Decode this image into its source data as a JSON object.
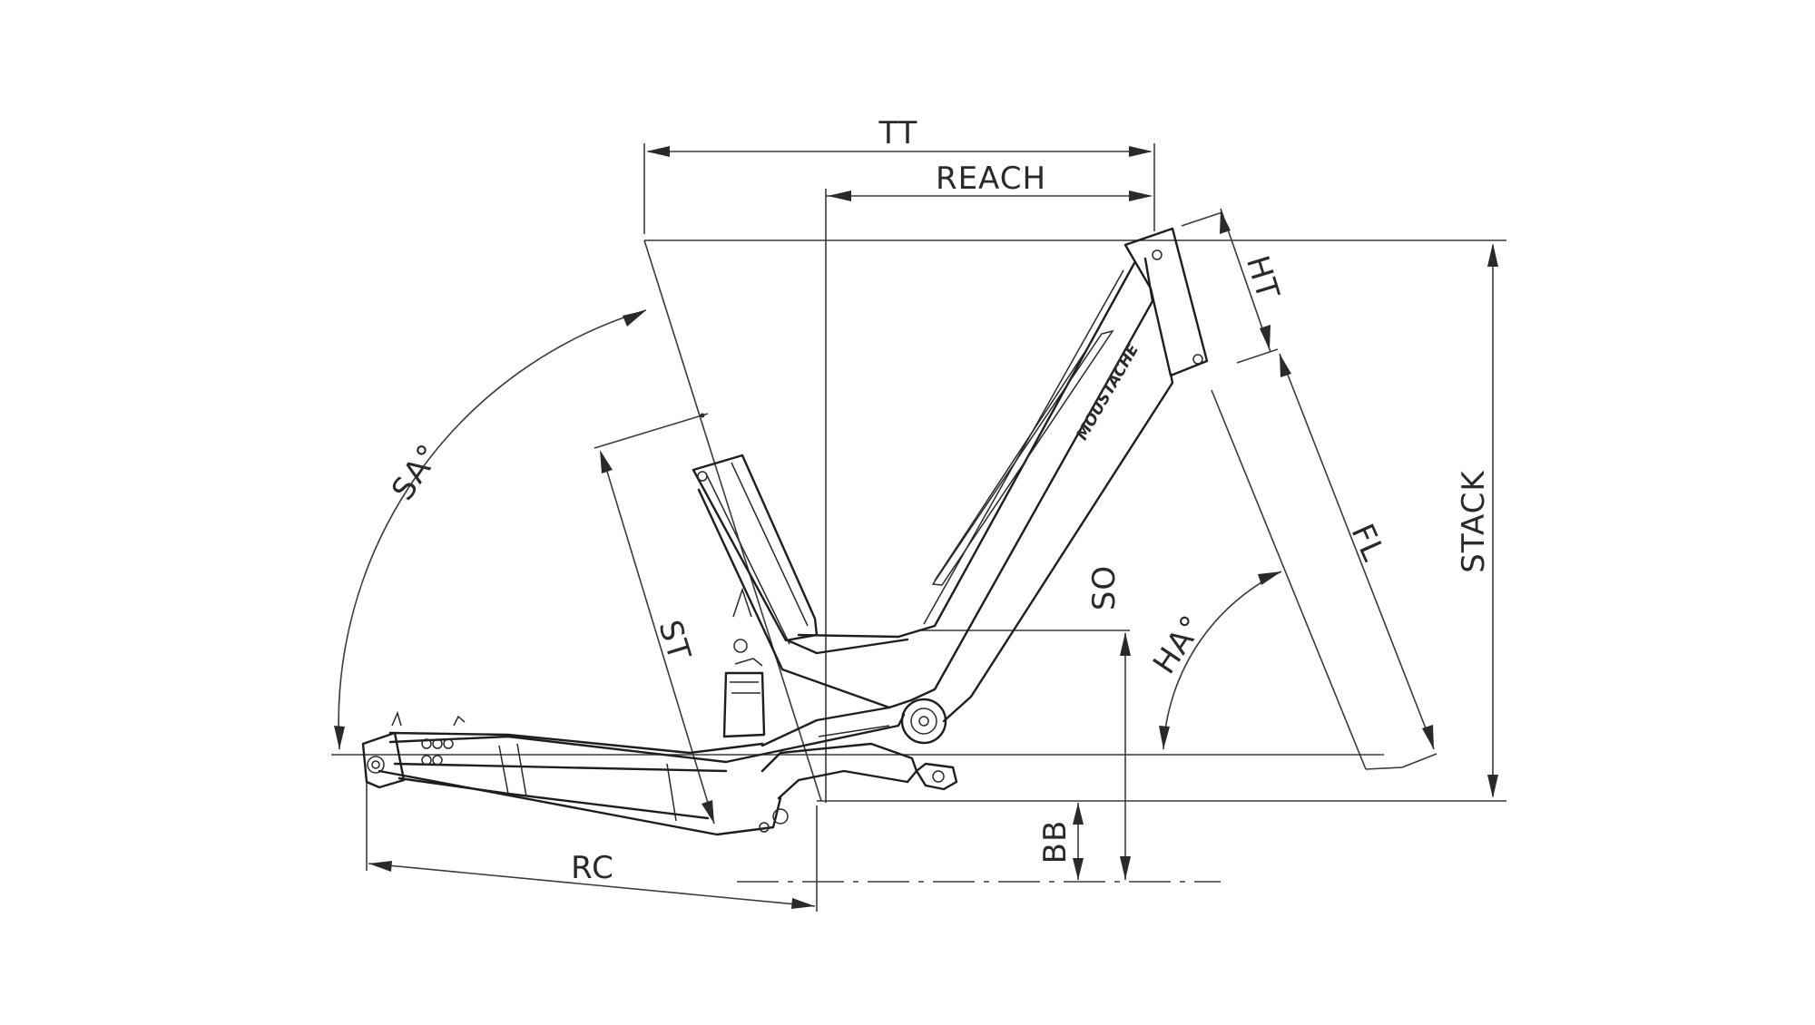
{
  "labels": {
    "tt": "TT",
    "reach": "REACH",
    "ht": "HT",
    "stack": "STACK",
    "fl": "FL",
    "sa": "SA°",
    "ha": "HA°",
    "st": "ST",
    "so": "SO",
    "bb": "BB",
    "rc": "RC"
  },
  "brand": {
    "text": "MOUSTACHE"
  }
}
